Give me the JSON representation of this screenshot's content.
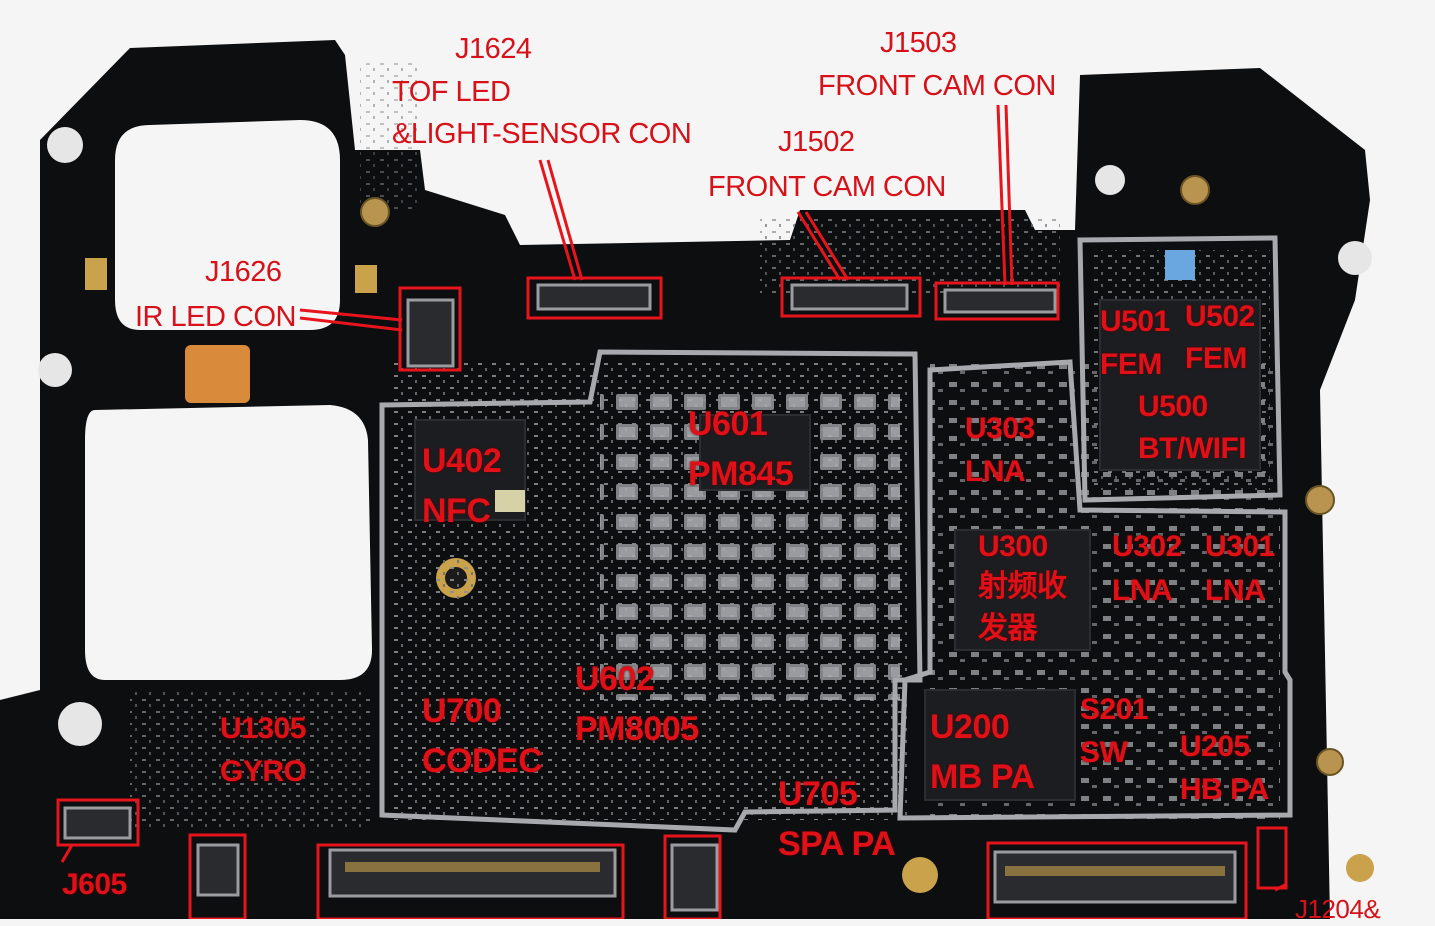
{
  "labels": {
    "j1624_ref": "J1624",
    "j1624_desc1": "TOF LED",
    "j1624_desc2": "&LIGHT-SENSOR CON",
    "j1503_ref": "J1503",
    "j1503_desc": "FRONT CAM CON",
    "j1502_ref": "J1502",
    "j1502_desc": "FRONT CAM CON",
    "j1626_ref": "J1626",
    "j1626_desc": "IR LED CON",
    "u501_ref": "U501",
    "u501_desc": "FEM",
    "u502_ref": "U502",
    "u502_desc": "FEM",
    "u500_ref": "U500",
    "u500_desc": "BT/WIFI",
    "u601_ref": "U601",
    "u601_desc": "PM845",
    "u303_ref": "U303",
    "u303_desc": "LNA",
    "u402_ref": "U402",
    "u402_desc": "NFC",
    "u300_ref": "U300",
    "u300_desc1": "射频收",
    "u300_desc2": "发器",
    "u302_ref": "U302",
    "u302_desc": "LNA",
    "u301_ref": "U301",
    "u301_desc": "LNA",
    "u602_ref": "U602",
    "u602_desc": "PM8005",
    "u700_ref": "U700",
    "u700_desc": "CODEC",
    "u1305_ref": "U1305",
    "u1305_desc": "GYRO",
    "u200_ref": "U200",
    "u200_desc": "MB PA",
    "s201_ref": "S201",
    "s201_desc": "SW",
    "u205_ref": "U205",
    "u205_desc": "HB PA",
    "u705_ref": "U705",
    "u705_desc": "SPA PA",
    "j605_ref": "J605",
    "j1204_ref": "J1204&"
  },
  "colors": {
    "background": "#f5f5f5",
    "board": "#0d0e10",
    "shield": "#a7a9ad",
    "annotation": "#e8141c",
    "gold": "#c9a24b"
  }
}
